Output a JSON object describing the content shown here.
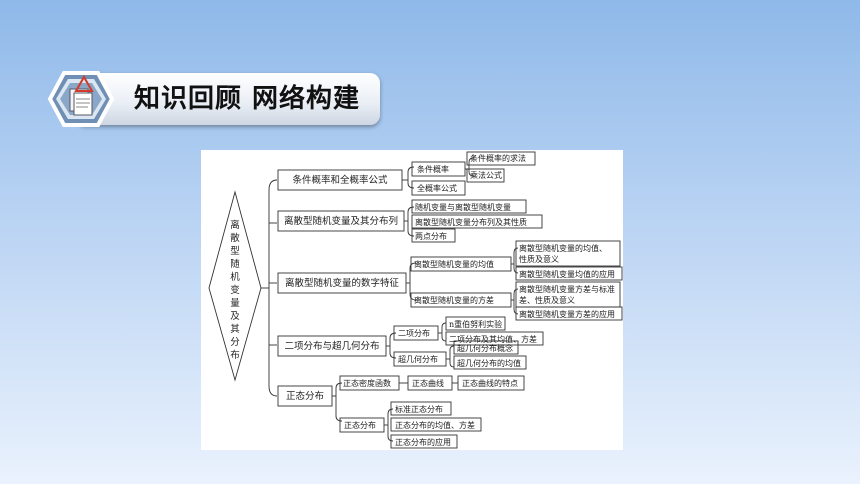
{
  "header": {
    "title": "知识回顾 网络构建"
  },
  "diagram": {
    "root": [
      "离",
      "散",
      "型",
      "随",
      "机",
      "变",
      "量",
      "及",
      "其",
      "分",
      "布"
    ],
    "level1": [
      "条件概率和全概率公式",
      "离散型随机变量及其分布列",
      "离散型随机变量的数字特征",
      "二项分布与超几何分布",
      "正态分布"
    ],
    "level2": {
      "conditional": "条件概率",
      "total_prob": "全概率公式",
      "distribution": [
        "随机变量与离散型随机变量",
        "离散型随机变量分布列及其性质",
        "两点分布"
      ],
      "mean": "离散型随机变量的均值",
      "variance": "离散型随机变量的方差",
      "binomial": "二项分布",
      "hypergeometric": "超几何分布",
      "density": "正态密度函数",
      "normal": "正态分布"
    },
    "level3": {
      "conditional": [
        "条件概率的求法",
        "乘法公式"
      ],
      "mean": [
        "离散型随机变量的均值、",
        "性质及意义",
        "离散型随机变量均值的应用"
      ],
      "variance": [
        "离散型随机变量方差与标准",
        "差、性质及意义",
        "离散型随机变量方差的应用"
      ],
      "binomial": [
        "n重伯努利实验",
        "二项分布及其均值、方差"
      ],
      "hypergeometric": [
        "超几何分布概念",
        "超几何分布的均值"
      ],
      "density": "正态曲线",
      "density_leaf": "正态曲线的特点",
      "normal": [
        "标准正态分布",
        "正态分布的均值、方差",
        "正态分布的应用"
      ]
    }
  }
}
